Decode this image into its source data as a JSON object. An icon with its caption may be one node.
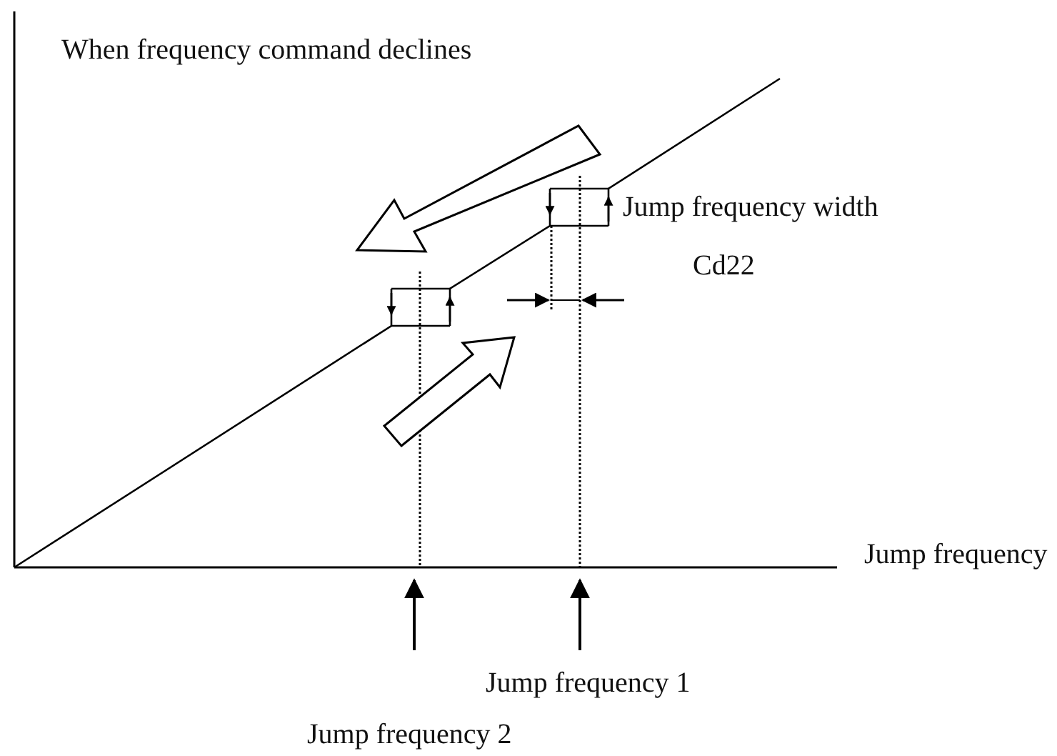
{
  "diagram": {
    "labels": [
      "When frequency command declines",
      "Jump frequency width",
      "Cd22",
      "Jump frequency",
      "Jump frequency 1",
      "Jump frequency 2"
    ]
  }
}
